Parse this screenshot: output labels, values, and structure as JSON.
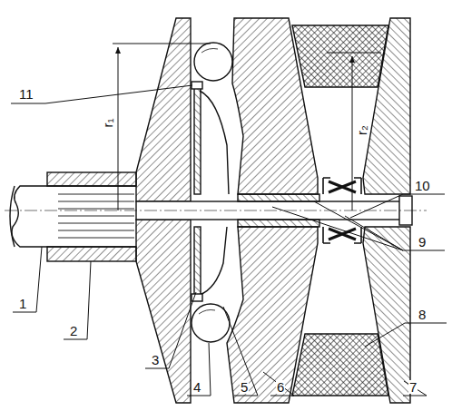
{
  "diagram": {
    "labels": [
      "11",
      "r₁",
      "10",
      "r₂",
      "9",
      "1",
      "2",
      "8",
      "3",
      "4",
      "5",
      "6",
      "7"
    ]
  }
}
